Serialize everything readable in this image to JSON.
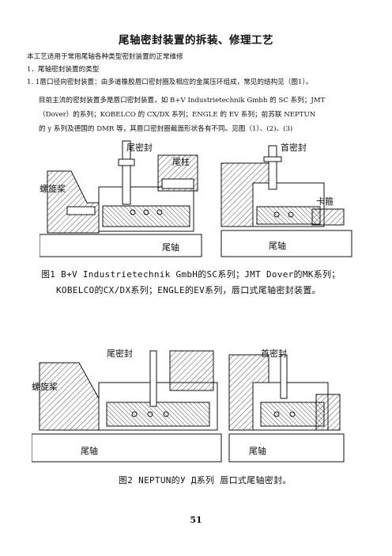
{
  "title": "尾轴密封装置的拆装、修理工艺",
  "intro": "本工艺适用于常用尾轴各种类型密封装置的正常维修",
  "section1": "1．尾轴密封装置的类型",
  "item1": "1. 1唇口径向密封装置：由多道橡胶唇口密封圈及相应的金属压环组成，常见的结构见（图1）。",
  "para_line1": "目前主流的密封装置多是唇口密封装置，如 B+V Industrietechnik Gmbh  的  SC  系列；JMT",
  "para_line2": "（Dover）的系列；KOBELCO  的  CX/DX  系列；ENGLE  的 EV 系列；前苏联 NEPTUN",
  "para_line3": "的 y 系列及德国的 DMR 等，其唇口密封圈截面形状各有不同。见图（1）、(2)、(3)",
  "fig1": {
    "labels": {
      "rear_seal": "尾密封",
      "tail_post": "尾柱",
      "propeller": "螺旋桨",
      "shaft_left": "尾轴",
      "front_seal": "首密封",
      "clamp": "卡箍",
      "shaft_right": "尾轴"
    },
    "caption_line1": "图1 B+V Industrietechnik GmbH的SC系列；JMT Dover的MK系列；",
    "caption_line2": "KOBELCO的CX/DX系列；ENGLE的EV系列，唇口式尾轴密封装置。"
  },
  "fig2": {
    "labels": {
      "rear_seal": "尾密封",
      "propeller": "螺旋桨",
      "shaft_left": "尾轴",
      "front_seal": "首密封",
      "shaft_right": "尾轴"
    },
    "caption": "图2 NEPTUN的У Д系列   唇口式尾轴密封。"
  },
  "page_number": "51"
}
